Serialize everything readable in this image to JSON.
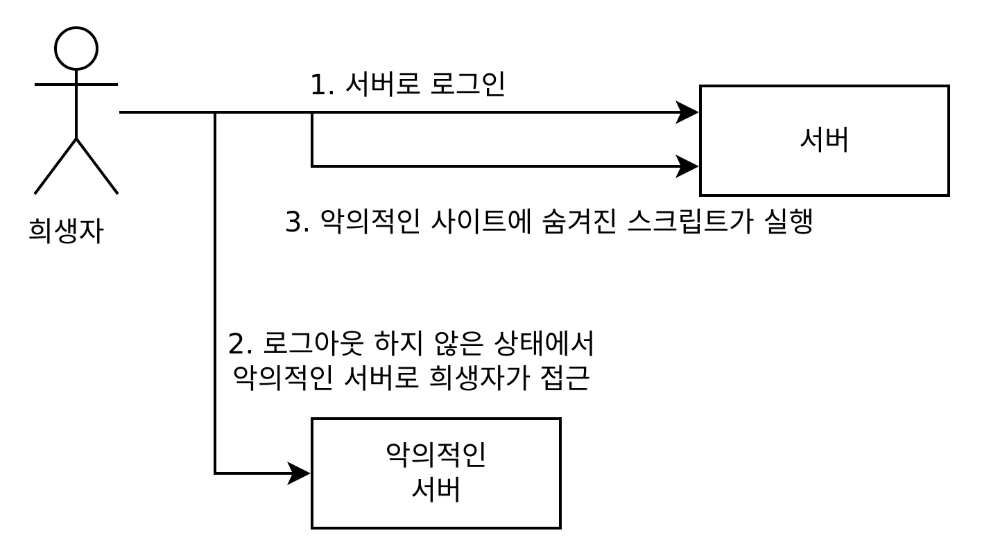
{
  "diagram": {
    "actor": {
      "label": "희생자",
      "icon": "stick-figure-icon"
    },
    "nodes": {
      "server": {
        "label": "서버"
      },
      "malicious_server": {
        "label": "악의적인\n서버"
      }
    },
    "edges": {
      "login": {
        "label": "1. 서버로 로그인",
        "from": "actor",
        "to": "server"
      },
      "access_malicious": {
        "label": "2. 로그아웃 하지 않은 상태에서\n악의적인 서버로 희생자가 접근",
        "from": "actor",
        "to": "malicious_server"
      },
      "script_exec": {
        "label": "3. 악의적인 사이트에 숨겨진 스크립트가 실행",
        "from": "actor",
        "to": "server"
      }
    },
    "colors": {
      "stroke": "#000000",
      "background": "#ffffff"
    }
  }
}
